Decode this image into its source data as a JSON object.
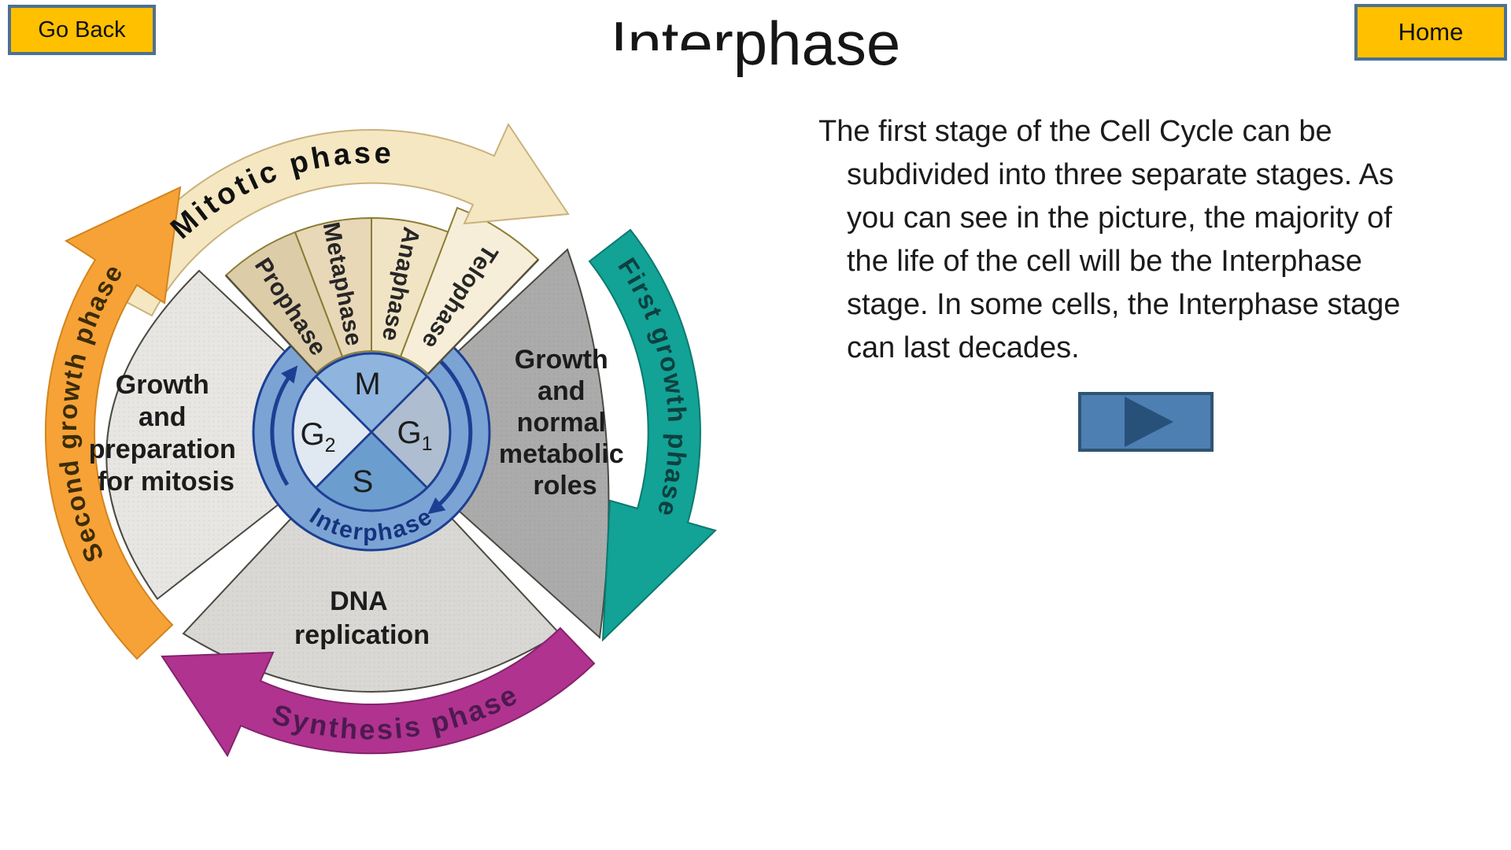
{
  "header": {
    "go_back_label": "Go Back",
    "home_label": "Home",
    "title": "Interphase"
  },
  "content": {
    "lines": [
      "The first stage of the Cell Cycle can be",
      "subdivided into three separate stages. As",
      "you can see in the picture, the majority of",
      "the life of the cell will be the Interphase",
      "stage. In some cells, the Interphase stage",
      "can last decades."
    ]
  },
  "play_button": {
    "icon": "play-triangle"
  },
  "diagram": {
    "outer_arrows": {
      "mitotic": "Mitotic phase",
      "first_growth": "First growth phase",
      "synthesis": "Synthesis phase",
      "second_growth": "Second growth phase"
    },
    "subphases": {
      "prophase": "Prophase",
      "metaphase": "Metaphase",
      "anaphase": "Anaphase",
      "telophase": "Telophase"
    },
    "sectors": {
      "left": {
        "lines": [
          "Growth",
          "and",
          "preparation",
          "for mitosis"
        ]
      },
      "right": {
        "lines": [
          "Growth",
          "and",
          "normal",
          "metabolic",
          "roles"
        ]
      },
      "bottom": {
        "lines": [
          "DNA",
          "replication"
        ]
      }
    },
    "center": {
      "m": "M",
      "g1_base": "G",
      "g1_sub": "1",
      "g2_base": "G",
      "g2_sub": "2",
      "s": "S",
      "ring_label": "Interphase"
    },
    "colors": {
      "mitotic_arrow": "#F5E7C2",
      "first_growth_arrow": "#12A296",
      "synthesis_arrow": "#B0338F",
      "second_growth_arrow": "#F6A237",
      "inner_ring_blue": "#7BA4D5",
      "navy_outline": "#1D3F92",
      "button_yellow": "#FFC000",
      "play_blue": "#4D7FB3"
    }
  }
}
